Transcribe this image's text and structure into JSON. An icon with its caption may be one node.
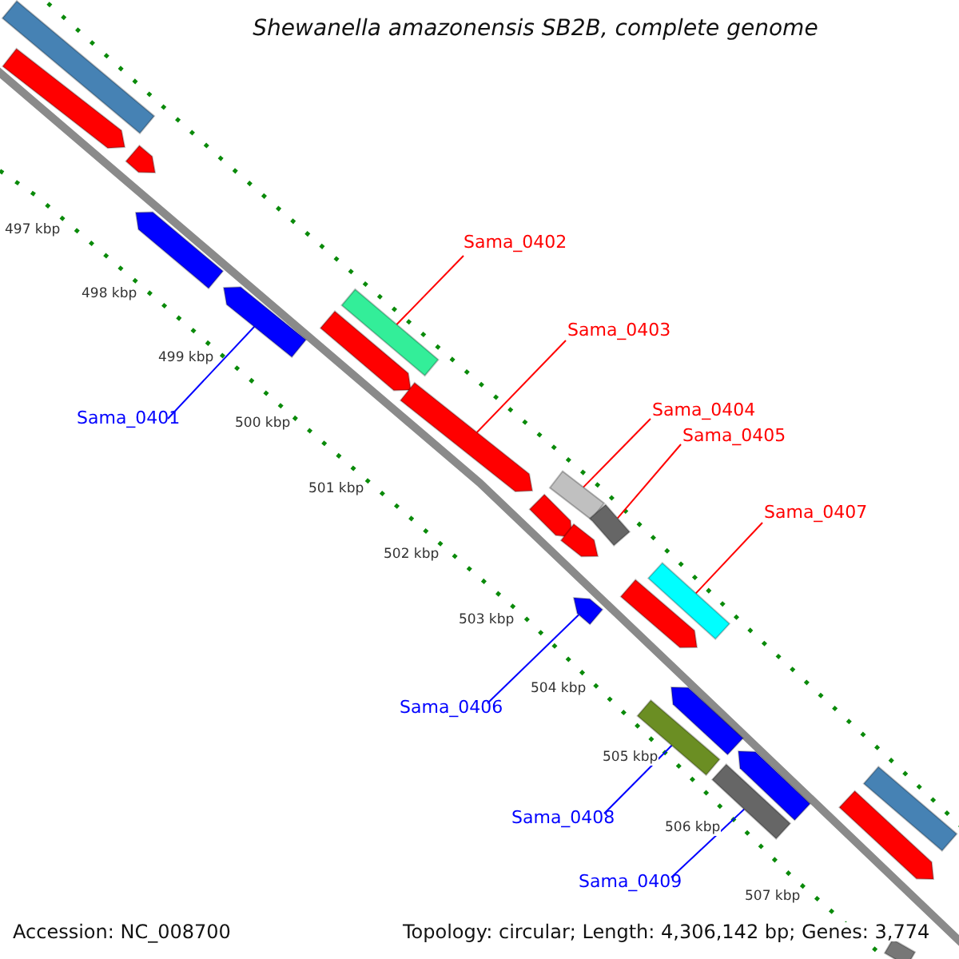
{
  "diagram": {
    "title": "Shewanella amazonensis SB2B, complete genome",
    "nodes": [
      {
        "text": [
          "Sama_0401"
        ]
      },
      {
        "text": [
          "Sama_0402"
        ]
      },
      {
        "text": [
          "Sama_0403"
        ]
      },
      {
        "text": [
          "Sama_0404"
        ]
      },
      {
        "text": [
          "Sama_0405"
        ]
      },
      {
        "text": [
          "Sama_0406"
        ]
      },
      {
        "text": [
          "Sama_0407"
        ]
      },
      {
        "text": [
          "Sama_0408"
        ]
      },
      {
        "text": [
          "Sama_0409"
        ]
      },
      {
        "text": [],
        "shape": "bar"
      },
      {
        "text": [],
        "shape": "arrow"
      },
      {
        "text": [],
        "shape": "arrow"
      },
      {
        "text": [],
        "shape": "arrow"
      },
      {
        "text": [],
        "shape": "arrow"
      },
      {
        "text": [],
        "shape": "arrow"
      },
      {
        "text": [],
        "shape": "bar"
      },
      {
        "text": [],
        "shape": "arrow"
      },
      {
        "text": [],
        "shape": "bar"
      },
      {
        "text": [],
        "shape": "arrow"
      },
      {
        "text": [],
        "shape": "bar"
      },
      {
        "text": [],
        "shape": "arrow"
      },
      {
        "text": [],
        "shape": "arrow"
      },
      {
        "text": [],
        "shape": "arrow"
      },
      {
        "text": [],
        "shape": "bar"
      },
      {
        "text": [],
        "shape": "arrow"
      },
      {
        "text": [],
        "shape": "bar"
      },
      {
        "text": [],
        "shape": "bar"
      },
      {
        "text": [],
        "shape": "arrow"
      },
      {
        "text": [],
        "shape": "arrow"
      },
      {
        "text": [],
        "shape": "bar"
      },
      {
        "text": [],
        "shape": "bar"
      }
    ],
    "edges": [
      {
        "from": 0,
        "to": 13,
        "arrow": "none",
        "color": "#0000ff"
      },
      {
        "from": 1,
        "to": 15,
        "arrow": "none"
      },
      {
        "from": 2,
        "to": 16,
        "arrow": "none"
      },
      {
        "from": 3,
        "to": 17,
        "arrow": "none"
      },
      {
        "from": 4,
        "to": 19,
        "arrow": "none"
      },
      {
        "from": 5,
        "to": 21,
        "arrow": "none",
        "color": "#0000ff"
      },
      {
        "from": 6,
        "to": 23,
        "arrow": "none"
      },
      {
        "from": 7,
        "to": 25,
        "arrow": "none",
        "color": "#0000ff"
      },
      {
        "from": 8,
        "to": 26,
        "arrow": "none",
        "color": "#0000ff"
      }
    ],
    "labels": [
      "497 kbp",
      "498 kbp",
      "499 kbp",
      "500 kbp",
      "501 kbp",
      "502 kbp",
      "503 kbp",
      "504 kbp",
      "505 kbp",
      "506 kbp",
      "507 kbp",
      "Accession: NC_008700",
      "Topology: circular; Length: 4,306,142 bp; Genes: 3,774"
    ]
  }
}
